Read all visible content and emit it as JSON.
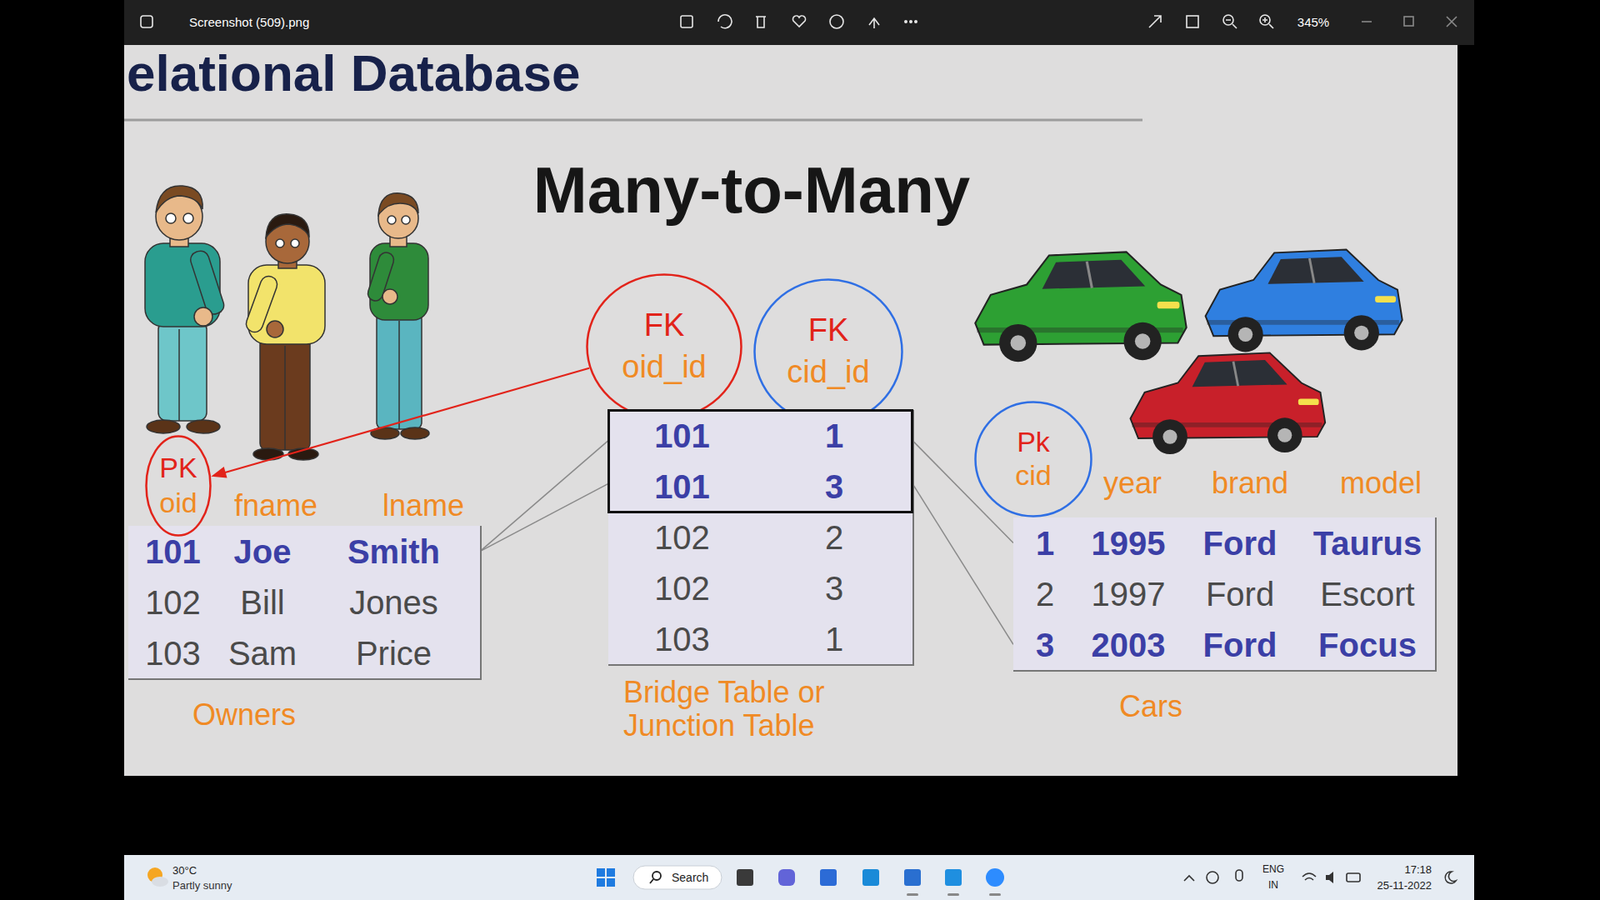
{
  "diagram": {
    "title": "Many-to-Many",
    "nodes": [
      {
        "text": [
          "101",
          "Joe",
          "Smith",
          "102",
          "Bill",
          "Jones",
          "103",
          "Sam",
          "Price",
          "Owners"
        ]
      },
      {
        "text": [
          "PK",
          "oid"
        ]
      },
      {
        "text": [
          "FK",
          "oid_id"
        ]
      },
      {
        "text": [
          "FK",
          "cid_id"
        ]
      },
      {
        "text": [
          "101",
          "1",
          "101",
          "3",
          "102",
          "2",
          "102",
          "3",
          "103",
          "1",
          "Bridge Table or Junction Table"
        ]
      },
      {
        "text": [
          "Pk",
          "cid"
        ]
      },
      {
        "text": [
          "1",
          "1995",
          "Ford",
          "Taurus",
          "2",
          "1997",
          "Ford",
          "Escort",
          "3",
          "2003",
          "Ford",
          "Focus",
          "Cars"
        ]
      }
    ],
    "edges": [
      {
        "from": 2,
        "to": 1,
        "arrow": "to"
      },
      {
        "from": 0,
        "to": 4,
        "arrow": "none"
      },
      {
        "from": 0,
        "to": 4,
        "arrow": "none"
      },
      {
        "from": 4,
        "to": 6,
        "arrow": "none"
      },
      {
        "from": 4,
        "to": 6,
        "arrow": "none"
      }
    ],
    "labels": [
      "elational Database",
      "fname",
      "lname",
      "year",
      "brand",
      "model",
      "Screenshot (509).png",
      "345%",
      "30°C",
      "Partly sunny",
      "Search",
      "ENG",
      "IN",
      "17:18",
      "25-11-2022"
    ]
  }
}
